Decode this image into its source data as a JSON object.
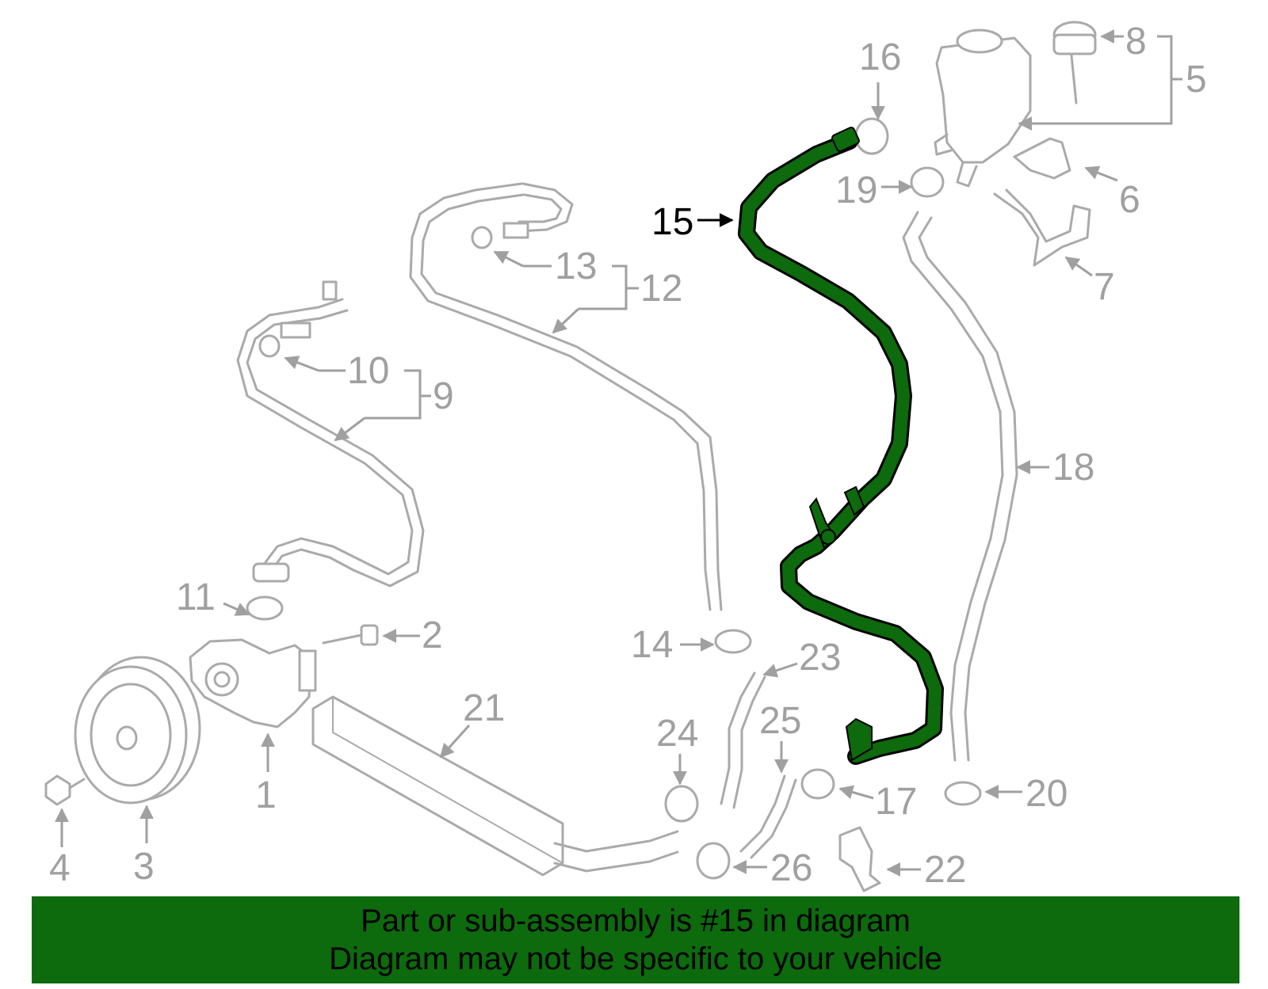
{
  "diagram": {
    "highlight_color": "#0d6a0d",
    "labels": {
      "p1": "1",
      "p2": "2",
      "p3": "3",
      "p4": "4",
      "p5": "5",
      "p6": "6",
      "p7": "7",
      "p8": "8",
      "p9": "9",
      "p10": "10",
      "p11": "11",
      "p12": "12",
      "p13": "13",
      "p14": "14",
      "p15": "15",
      "p16": "16",
      "p17": "17",
      "p18": "18",
      "p19": "19",
      "p20": "20",
      "p21": "21",
      "p22": "22",
      "p23": "23",
      "p24": "24",
      "p25": "25",
      "p26": "26"
    }
  },
  "banner": {
    "line1": "Part or sub-assembly is #15 in diagram",
    "line2": "Diagram may not be specific to your vehicle"
  }
}
